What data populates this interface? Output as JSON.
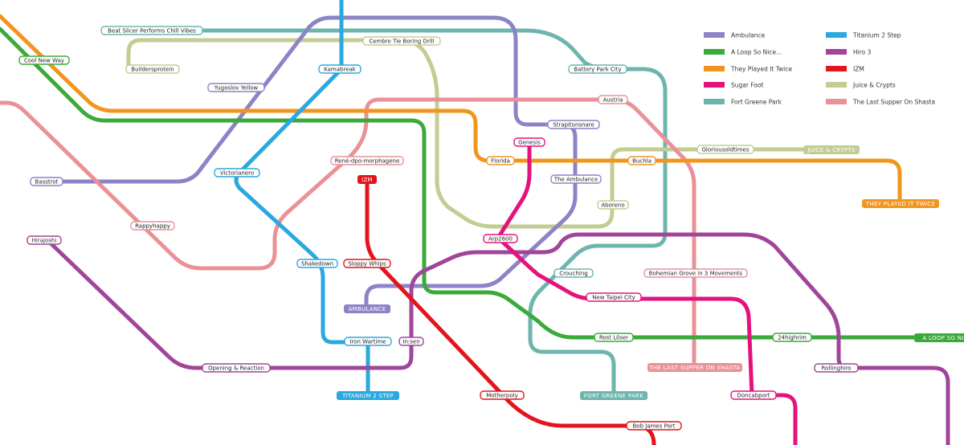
{
  "lines": {
    "ambulance": {
      "name": "Ambulance",
      "color": "#8c84c6",
      "terminal": "AMBULANCE"
    },
    "loop": {
      "name": "A Loop So Nice...",
      "color": "#3aaa3a",
      "terminal": "A LOOP SO NI"
    },
    "twice": {
      "name": "They Played It Twice",
      "color": "#f0961e",
      "terminal": "THEY PLAYED IT TWICE"
    },
    "sugar": {
      "name": "Sugar Foot",
      "color": "#e5127d",
      "terminal": ""
    },
    "fortgreene": {
      "name": "Fort Greene Park",
      "color": "#6cb5ad",
      "terminal": "FORT GREENE PARK"
    },
    "titanium": {
      "name": "Titanium 2 Step",
      "color": "#2aa8e0",
      "terminal": "TITANIUM 2 STEP"
    },
    "hiro": {
      "name": "Hiro 3",
      "color": "#a0459a",
      "terminal": ""
    },
    "izm": {
      "name": "IZM",
      "color": "#e3141c",
      "terminal": "IZM"
    },
    "juice": {
      "name": "Juice & Crypts",
      "color": "#c2cd92",
      "terminal": "JUICE & CRYPTS"
    },
    "supper": {
      "name": "The Last Supper On Shasta",
      "color": "#ea9198",
      "terminal": "THE LAST SUPPER ON SHASTA"
    }
  },
  "stations": {
    "beat_slicer": "Beat Slicer Performs Chill Vibes",
    "cool_new_way": "Cool New Way",
    "cembre": "Cembre Tie Boring Drill",
    "builders": "Buildersprotein",
    "kamabreak": "Kamabreak",
    "battery": "Battery Park City",
    "yugoslov": "Yugoslov Yellow",
    "austria": "Austria",
    "strapitonsnare": "Strapitonsnare",
    "genesis": "Genesis",
    "florida": "Florida",
    "buchla": "Buchla",
    "glorious": "Gloriousoldtimes",
    "basstrot": "Basstrot",
    "victorianero": "Victorianero",
    "rene": "René-dpo-morphagene",
    "the_ambulance": "The Ambulance",
    "aboreno": "Aboreno",
    "rappyhappy": "Rappyhappy",
    "arp2600": "Arp2600",
    "hirajoshi": "Hirajoshi",
    "shakedown": "Shakedown",
    "sloppy": "Sloppy Whips",
    "crouching": "Crouching",
    "bohemian": "Bohemian Grove in 3 Movements",
    "new_taipei": "New Taipei City",
    "iron": "Iron Wartime",
    "insen": "In:sen",
    "rost": "Rost Löser",
    "h24": "24highrim",
    "opening": "Opening & Reaction",
    "rollinghiro": "Rollinghiro",
    "motherpoly": "Motherpoly",
    "doncabport": "Doncabport",
    "bob": "Bob James Port"
  }
}
